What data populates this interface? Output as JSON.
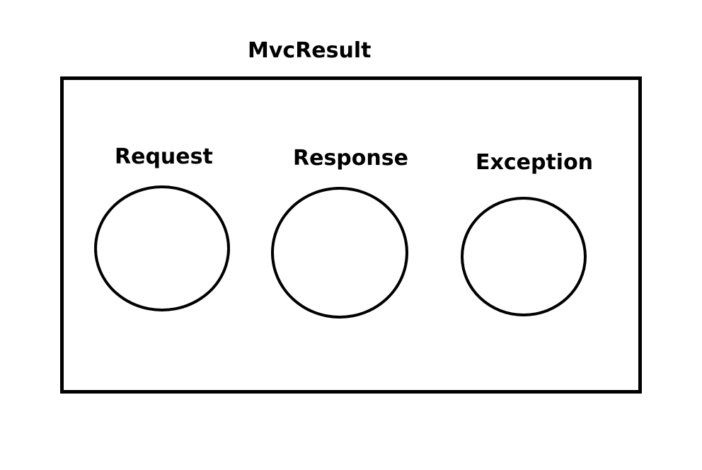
{
  "diagram": {
    "title": "MvcResult",
    "nodes": [
      {
        "label": "Request"
      },
      {
        "label": "Response"
      },
      {
        "label": "Exception"
      }
    ],
    "colors": {
      "stroke": "#000000",
      "background": "#ffffff"
    }
  }
}
